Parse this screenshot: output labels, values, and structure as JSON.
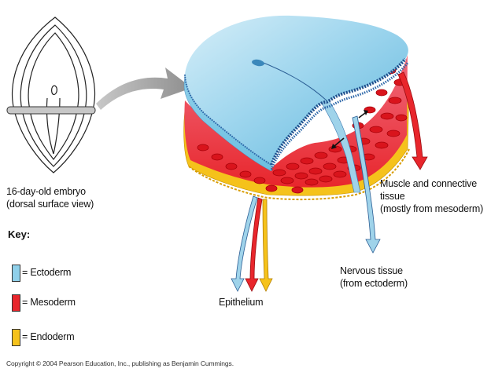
{
  "embryo": {
    "caption_line1": "16-day-old embryo",
    "caption_line2": "(dorsal surface view)"
  },
  "key": {
    "title": "Key:",
    "items": [
      {
        "label": "= Ectoderm",
        "color": "#8fd0ea"
      },
      {
        "label": "= Mesoderm",
        "color": "#e8262c"
      },
      {
        "label": "= Endoderm",
        "color": "#f5c21b"
      }
    ]
  },
  "labels": {
    "muscle_line1": "Muscle and connective tissue",
    "muscle_line2": "(mostly from mesoderm)",
    "nervous_line1": "Nervous tissue",
    "nervous_line2": "(from ectoderm)",
    "epithelium": "Epithelium"
  },
  "colors": {
    "ectoderm": "#8fd0ea",
    "mesoderm": "#e8262c",
    "endoderm": "#f5c21b",
    "arrow_gray": "#a9a9a9"
  },
  "copyright": "Copyright © 2004 Pearson Education, Inc., publishing as Benjamin Cummings."
}
